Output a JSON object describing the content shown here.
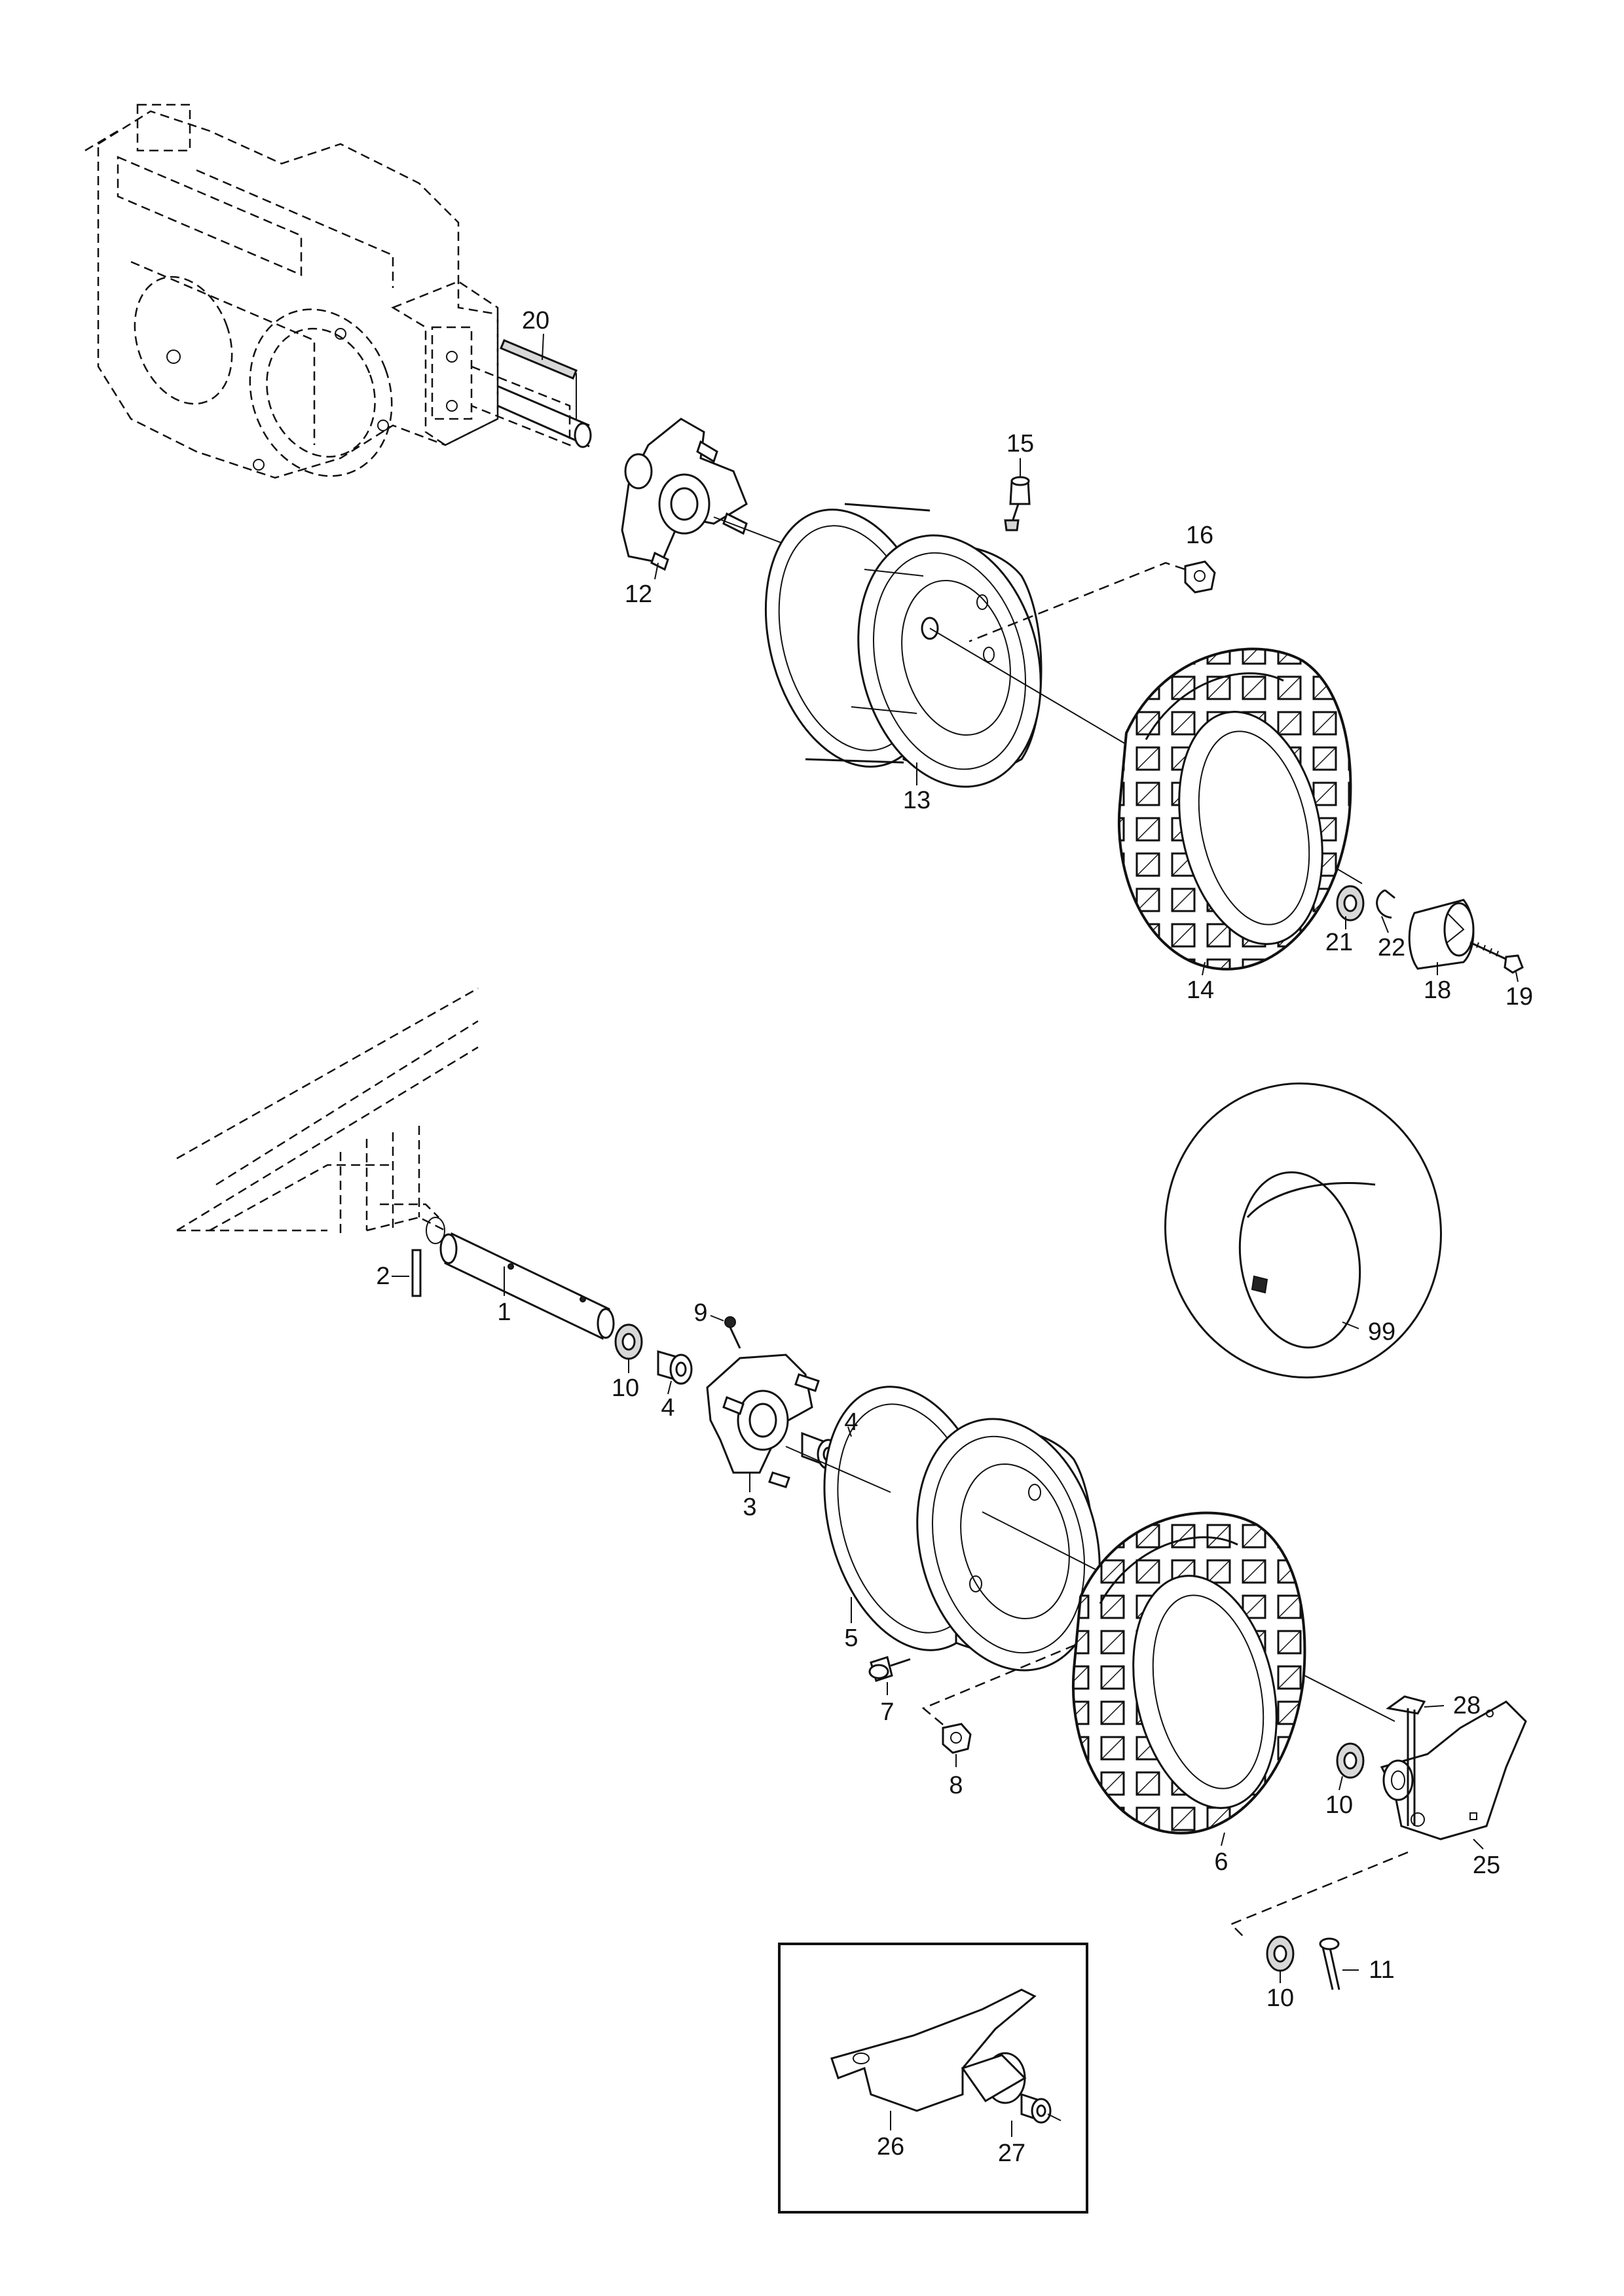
{
  "callouts": {
    "p1": "1",
    "p2": "2",
    "p3": "3",
    "p4a": "4",
    "p4b": "4",
    "p5": "5",
    "p6": "6",
    "p7": "7",
    "p8": "8",
    "p9": "9",
    "p10a": "10",
    "p10b": "10",
    "p10c": "10",
    "p11": "11",
    "p12": "12",
    "p13": "13",
    "p14": "14",
    "p15": "15",
    "p16": "16",
    "p18": "18",
    "p19": "19",
    "p20": "20",
    "p21": "21",
    "p22": "22",
    "p25": "25",
    "p26": "26",
    "p27": "27",
    "p28": "28",
    "p99": "99"
  }
}
